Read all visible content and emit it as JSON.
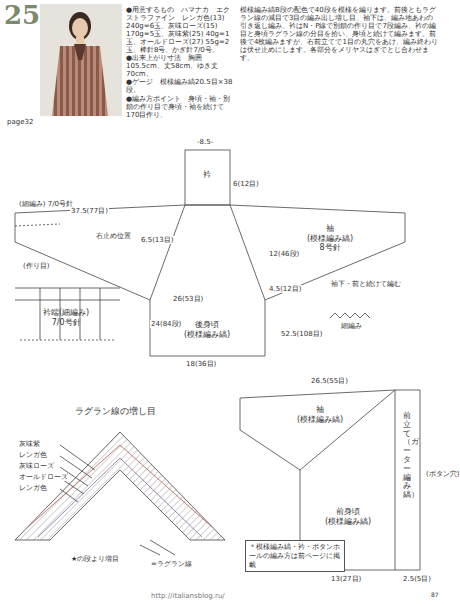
{
  "diagram": {
    "title": "25",
    "nodes": [
      {
        "text": [
          "衿"
        ]
      },
      {
        "text": [
          "袖",
          "(模様編み縞)",
          "8号針"
        ]
      },
      {
        "text": [
          "後身頃",
          "(模様編み縞)"
        ]
      },
      {
        "text": [
          "衿端(細編み)",
          "7/0号針"
        ]
      },
      {
        "text": [
          "袖",
          "(模様編み縞)"
        ]
      },
      {
        "text": [
          "前身頃",
          "(模様編み縞)"
        ]
      },
      {
        "text": [
          "前立て（ガーター編み縞）"
        ]
      },
      {
        "text": [
          "ラグラン線の増し目"
        ]
      },
      {
        "text": [
          "＊模様編み縞・衿・ボタンホールの編み方は前ページに掲載"
        ]
      }
    ],
    "labels": [
      "●用意するもの　ハマナカ　エクストラファイン　レンガ色(13) 240g=6玉、灰味ローズ(15) 170g=5玉、灰味紫(25) 40g=1玉、オールドローズ(27) 55g=2玉、棒針8号、かぎ針7/0号。",
      "●出来上がり寸法　胸囲105.5cm、丈58cm、ゆき丈70cm。",
      "●ゲージ　模様編み縞20.5目×38段。",
      "●編み方ポイント　身頃・袖・別鎖の作り目で身頃・袖を続けて170目作り、",
      "模様編み縞B段の配色で40段を模様を編ります。前後ともラグラン線の減目で3目の編み出し増し目、袖下は、編み地あわの引き返し編み、衿はN・P線で別鎖の作り目で7段編み、衿の編目と身頃ラグラン線の分目を拾い、身頃と続けて編みます。前後で4枚編みますが、右前立てで1目の丸穴をあけ、編み終わりは伏せ止めにします。各部分をメリヤスはぎでとじ合わせます。",
      "page32",
      "-8.5-",
      "(細編み) 7/0号針",
      "6.5(13目)",
      "37.5(77目)",
      "右止め位置",
      "6(12目)",
      "12(46段)",
      "24(84段)",
      "18(36目)",
      "4.5(12目)",
      "袖下・前と続けて編む",
      "52.5(108目)",
      "26(53目)",
      "細編み",
      "(作り目)",
      "26.5(55目)",
      "2.5(5目)",
      "(ボタン穴)",
      "13(27目)",
      "灰味紫",
      "レンガ色",
      "灰味ローズ",
      "オールドローズ",
      "レンガ色",
      "=ラグラン線",
      "★の段より増目",
      "http://italiansblog.ru/",
      "87"
    ]
  }
}
